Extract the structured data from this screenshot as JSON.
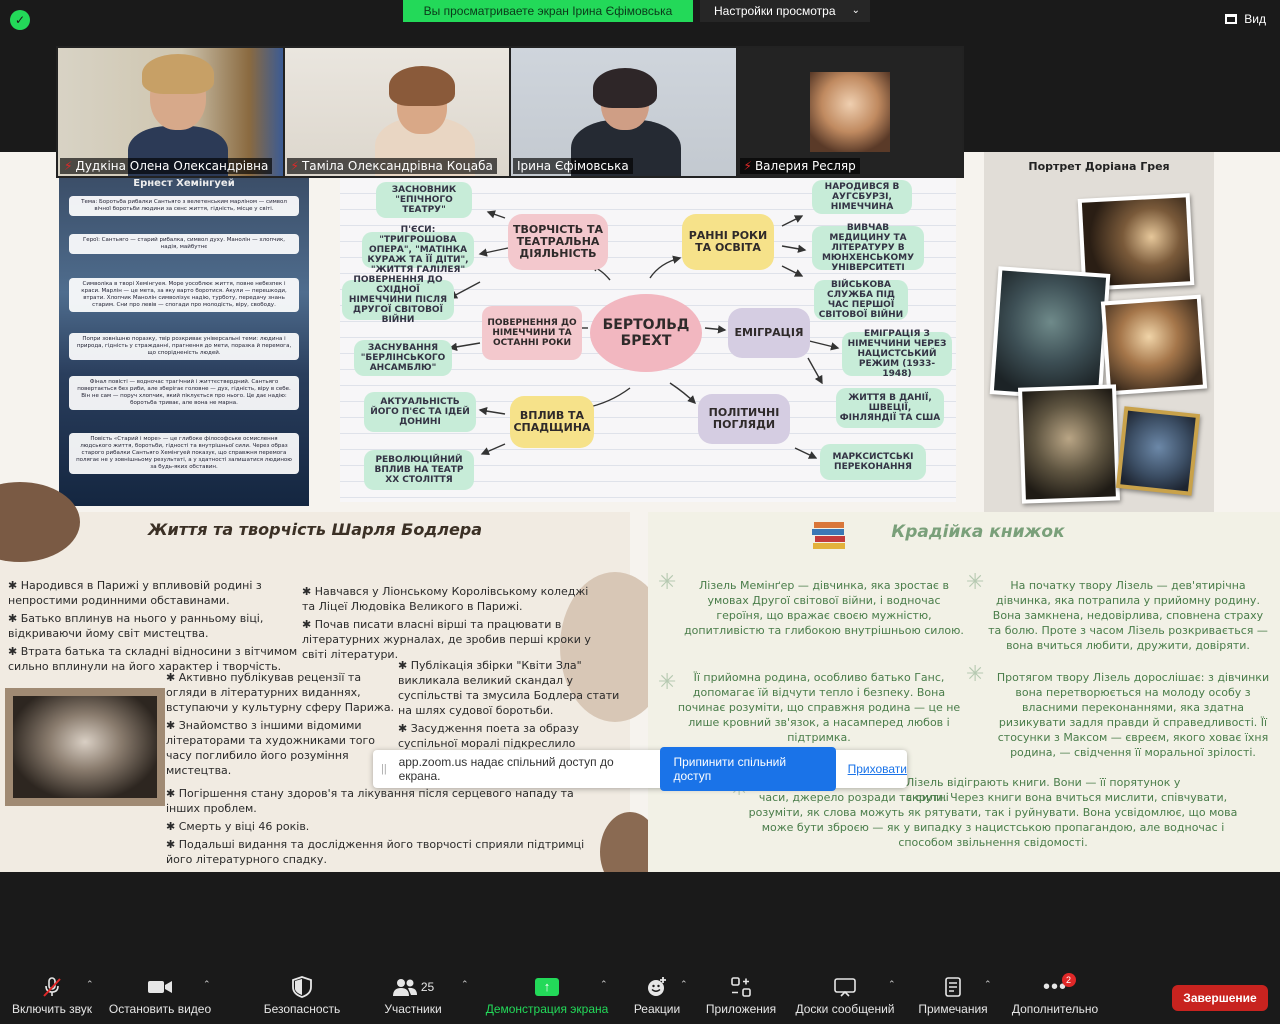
{
  "top": {
    "banner": "Вы просматриваете экран Ірина Єфімовська",
    "view_settings": "Настройки просмотра",
    "view_button": "Вид"
  },
  "participants": [
    {
      "name": "Дудкіна Олена Олександрівна",
      "muted": true
    },
    {
      "name": "Таміла Олександрівна Коцаба",
      "muted": true
    },
    {
      "name": "Ірина Єфімовська",
      "muted": false
    },
    {
      "name": "Валерия Ресляр",
      "muted": true
    }
  ],
  "screen": {
    "sea_slide": {
      "title": "Ернест Хемінгуей",
      "boxes": [
        "Тема: Боротьба рибалки Сантьяго з велетенським марліном — символ вічної боротьби людини за сенс життя, гідність, місце у світі.",
        "Герої: Сантьяго — старий рибалка, символ духу. Манолін — хлопчик, надія, майбутнє",
        "Символіка в творі Хемінгуея. Море уособлює життя, повне небезпек і краси. Марлін — це мета, за яку варто боротися. Акули — перешкоди, втрати. Хлопчик Манолін символізує надію, турботу, передачу знань старим. Сни про левів — спогади про молодість, віру, свободу.",
        "Попри зовнішню поразку, твір розкриває універсальні теми: людина і природа, гідність у стражданні, прагнення до мети, поразка й перемога, що спорідненість людей.",
        "Фінал повісті — водночас трагічний і життєствердний. Сантьяго повертається без риби, але зберігає головне — дух, гідність, віру в себе. Він не сам — поруч хлопчик, який піклується про нього. Це дає надію: боротьба триває, але вона не марна.",
        "Повість «Старий і море» — це глибоке філософське осмислення людського життя, боротьби, гідності та внутрішньої сили. Через образ старого рибалки Сантьяго Хемінгуей показує, що справжня перемога полягає не у зовнішньому результаті, а у здатності залишатися людиною за будь-яких обставин."
      ]
    },
    "mindmap": {
      "center": "БЕРТОЛЬД БРЕХТ",
      "branches": [
        {
          "label": "ТВОРЧІСТЬ ТА ТЕАТРАЛЬНА ДІЯЛЬНІСТЬ"
        },
        {
          "label": "РАННІ РОКИ ТА ОСВІТА"
        },
        {
          "label": "ЕМІГРАЦІЯ"
        },
        {
          "label": "ПОЛІТИЧНІ ПОГЛЯДИ"
        },
        {
          "label": "ВПЛИВ ТА СПАДЩИНА"
        },
        {
          "label": "ПОВЕРНЕННЯ ДО НІМЕЧЧИНИ ТА ОСТАННІ РОКИ"
        }
      ],
      "leaves": [
        "ЗАСНОВНИК \"ЕПІЧНОГО ТЕАТРУ\"",
        "П'ЄСИ: \"ТРИГРОШОВА ОПЕРА\", \"МАТІНКА КУРАЖ ТА ЇЇ ДІТИ\", \"ЖИТТЯ ГАЛІЛЕЯ\"",
        "НАРОДИВСЯ В АУГСБУРЗІ, НІМЕЧЧИНА",
        "ВИВЧАВ МЕДИЦИНУ ТА ЛІТЕРАТУРУ В МЮНХЕНСЬКОМУ УНІВЕРСИТЕТІ",
        "ВІЙСЬКОВА СЛУЖБА ПІД ЧАС ПЕРШОЇ СВІТОВОЇ ВІЙНИ",
        "ПОВЕРНЕННЯ ДО СХІДНОЇ НІМЕЧЧИНИ ПІСЛЯ ДРУГОЇ СВІТОВОЇ ВІЙНИ",
        "ЗАСНУВАННЯ \"БЕРЛІНСЬКОГО АНСАМБЛЮ\"",
        "ЕМІГРАЦІЯ З НІМЕЧЧИНИ ЧЕРЕЗ НАЦИСТСЬКИЙ РЕЖИМ (1933-1948)",
        "ЖИТТЯ В ДАНІЇ, ШВЕЦІЇ, ФІНЛЯНДІЇ ТА США",
        "АКТУАЛЬНІСТЬ ЙОГО П'ЄС ТА ІДЕЙ ДОНИНІ",
        "РЕВОЛЮЦІЙНИЙ ВПЛИВ НА ТЕАТР XX СТОЛІТТЯ",
        "МАРКСИСТСЬКІ ПЕРЕКОНАННЯ"
      ]
    },
    "dorian": {
      "title": "Портрет Доріана Грея"
    },
    "baudelaire": {
      "title": "Життя та творчість Шарля Бодлера",
      "col1": [
        "Народився в Парижі у впливовій родині з непростими родинними обставинами.",
        "Батько вплинув на нього у ранньому віці, відкриваючи йому світ мистецтва.",
        "Втрата батька та складні відносини з вітчимом сильно вплинули на його характер і творчість."
      ],
      "col2": [
        "Навчався у Ліонському Королівському коледжі та Ліцеї Людовіка Великого в Парижі.",
        "Почав писати власні вірші та працювати в літературних журналах, де зробив перші кроки у світі літератури."
      ],
      "col3": [
        "Активно публікував рецензії та огляди в літературних виданнях, вступаючи у культурну сферу Парижа.",
        "Знайомство з іншими відомими літераторами та художниками того часу поглибило його розуміння мистецтва."
      ],
      "col4": [
        "Публікація збірки \"Квіти Зла\" викликала великий скандал у суспільстві та змусила Бодлера стати на шлях судової боротьби.",
        "Засудження поета за образу суспільної моралі підкреслило"
      ],
      "col5": [
        "Погіршення стану здоров'я та лікування після серцевого нападу та інших проблем.",
        "Смерть у віці 46 років.",
        "Подальші видання та дослідження його творчості сприяли підтримці його літературного спадку."
      ]
    },
    "book_thief": {
      "title": "Крадійка книжок",
      "p1": "Лізель Мемінґер — дівчинка, яка зростає в умовах Другої світової війни, і водночас героїня, що вражає своєю мужністю, допитливістю та глибокою внутрішньою силою.",
      "p2": "На початку твору Лізель — дев'ятирічна дівчинка, яка потрапила у прийомну родину. Вона замкнена, недовірлива, сповнена страху та болю. Проте з часом Лізель розкривається — вона вчиться любити, дружити, довіряти.",
      "p3": "Її прийомна родина, особливо батько Ганс, допомагає їй відчути тепло і безпеку. Вона починає розуміти, що справжня родина — це не лише кровний зв'язок, а насамперед любов і підтримка.",
      "p4": "Протягом твору Лізель дорослішає: з дівчинки вона перетворюється на молоду особу з власними переконаннями, яка здатна ризикувати задля правди й справедливості. Її стосунки з Максом — євреєм, якого ховає їхня родина, — свідчення її моральної зрілості.",
      "p5_start": "Лізель відіграють книги. Вони — її порятунок у скрутні",
      "p5": "часи, джерело розради та сили. Через книги вона вчиться мислити, співчувати, розуміти, як слова можуть як рятувати, так і руйнувати. Вона усвідомлює, що мова може бути зброєю — як у випадку з нацистською пропагандою, але водночас і способом звільнення свідомості."
    }
  },
  "share_notice": {
    "message": "app.zoom.us надає спільний доступ до екрана.",
    "stop": "Припинити спільний доступ",
    "hide": "Приховати"
  },
  "toolbar": {
    "audio": "Включить звук",
    "video": "Остановить видео",
    "security": "Безопасность",
    "participants": "Участники",
    "participants_count": "25",
    "share": "Демонстрация экрана",
    "reactions": "Реакции",
    "apps": "Приложения",
    "whiteboards": "Доски сообщений",
    "notes": "Примечания",
    "more": "Дополнительно",
    "more_badge": "2",
    "end": "Завершение"
  },
  "colors": {
    "zoom_green": "#23d959",
    "end_red": "#c8231f",
    "stop_blue": "#1a73e8"
  }
}
